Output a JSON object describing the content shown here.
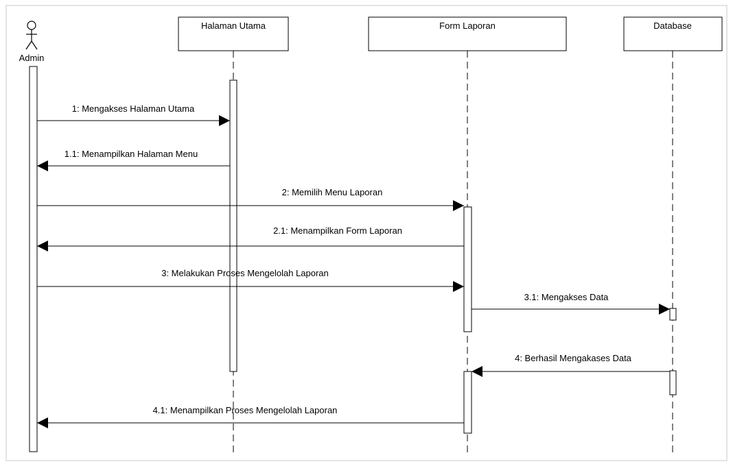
{
  "diagram": {
    "actor": {
      "label": "Admin"
    },
    "participants": [
      {
        "label": "Halaman Utama"
      },
      {
        "label": "Form Laporan"
      },
      {
        "label": "Database"
      }
    ],
    "messages": [
      {
        "label": "1: Mengakses Halaman Utama",
        "from": "Admin",
        "to": "Halaman Utama"
      },
      {
        "label": "1.1: Menampilkan Halaman Menu",
        "from": "Halaman Utama",
        "to": "Admin"
      },
      {
        "label": "2: Memilih Menu Laporan",
        "from": "Admin",
        "to": "Form Laporan"
      },
      {
        "label": "2.1: Menampilkan Form Laporan",
        "from": "Form Laporan",
        "to": "Admin"
      },
      {
        "label": "3: Melakukan Proses Mengelolah Laporan",
        "from": "Admin",
        "to": "Form Laporan"
      },
      {
        "label": "3.1: Mengakses Data",
        "from": "Form Laporan",
        "to": "Database"
      },
      {
        "label": "4: Berhasil Mengakases Data",
        "from": "Database",
        "to": "Form Laporan"
      },
      {
        "label": "4.1: Menampilkan Proses Mengelolah Laporan",
        "from": "Form Laporan",
        "to": "Admin"
      }
    ]
  }
}
